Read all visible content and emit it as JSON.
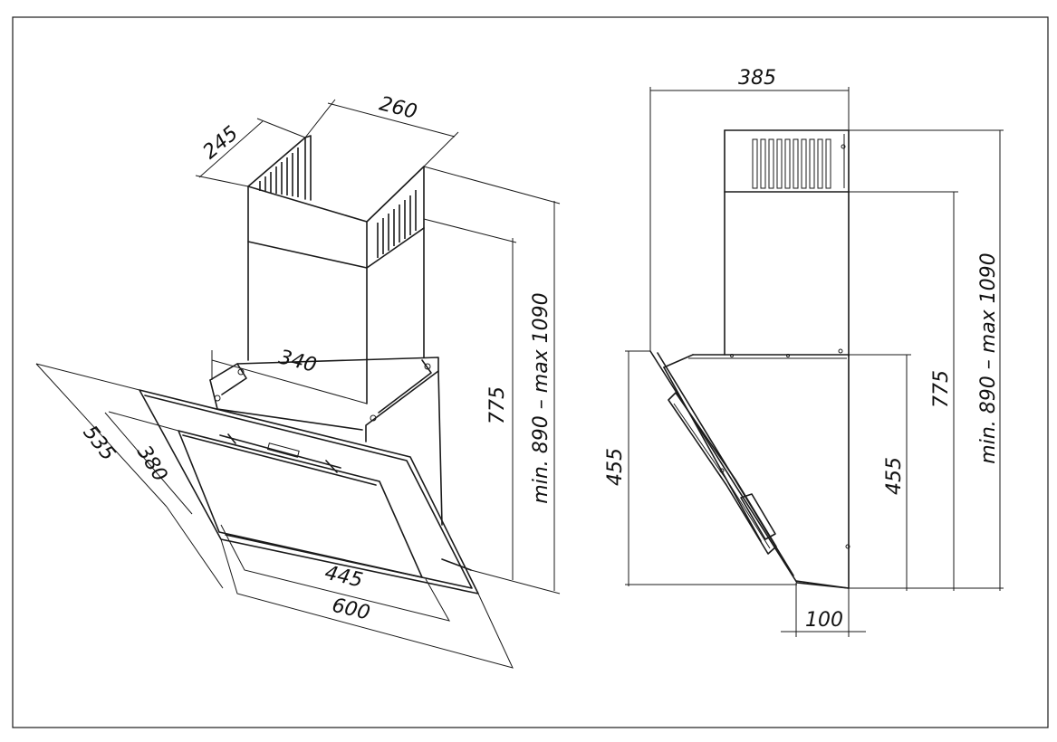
{
  "dimensions": {
    "iso_depth": "245",
    "iso_top_width": "260",
    "iso_chimney_height_range": "min. 890 – max 1090",
    "iso_chimney_height": "775",
    "iso_bracket_width": "340",
    "iso_glass_height": "535",
    "iso_inner_glass_height": "380",
    "iso_inner_glass_width": "445",
    "iso_glass_width": "600",
    "side_depth": "385",
    "side_height_range": "min. 890 – max 1090",
    "side_chimney_height": "775",
    "side_body_height_front": "455",
    "side_body_height_back": "455",
    "side_bottom_offset": "100"
  }
}
